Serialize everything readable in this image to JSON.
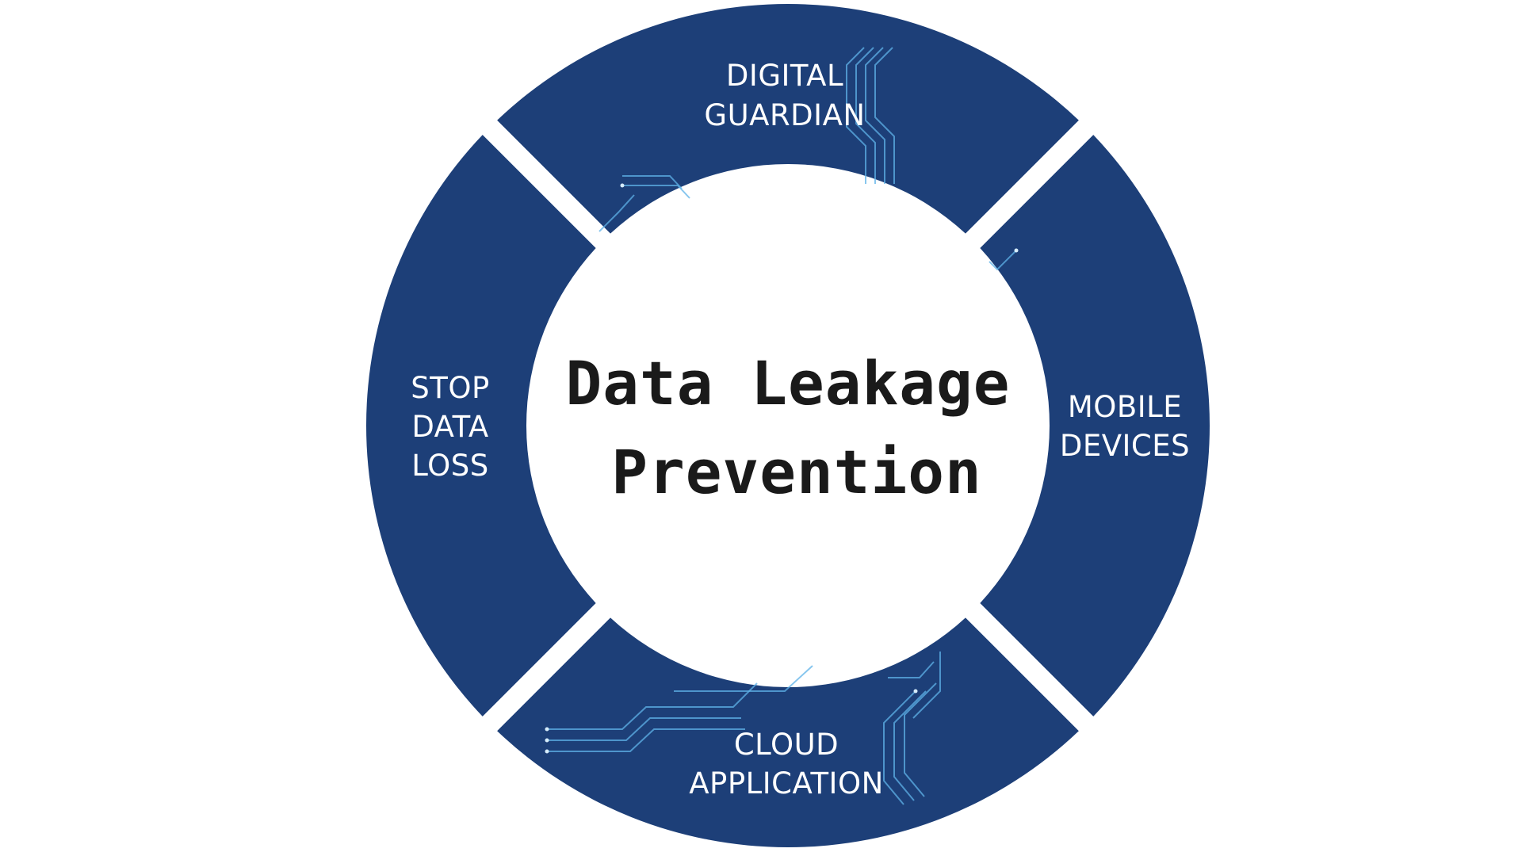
{
  "center": {
    "line1": "Data Leakage",
    "line2": "Prevention"
  },
  "segments": {
    "top": {
      "line1": "DIGITAL",
      "line2": "GUARDIAN"
    },
    "right": {
      "line1": "MOBILE",
      "line2": "DEVICES"
    },
    "bottom": {
      "line1": "CLOUD",
      "line2": "APPLICATION"
    },
    "left": {
      "line1": "STOP",
      "line2": "DATA",
      "line3": "LOSS"
    }
  },
  "colors": {
    "ring": "#1d3f78",
    "background": "#ffffff",
    "center_text": "#1a1a1a",
    "segment_text": "#ffffff",
    "circuit_trace": "#5fb3e8"
  },
  "icons": [
    "circuit-trace-decoration"
  ]
}
